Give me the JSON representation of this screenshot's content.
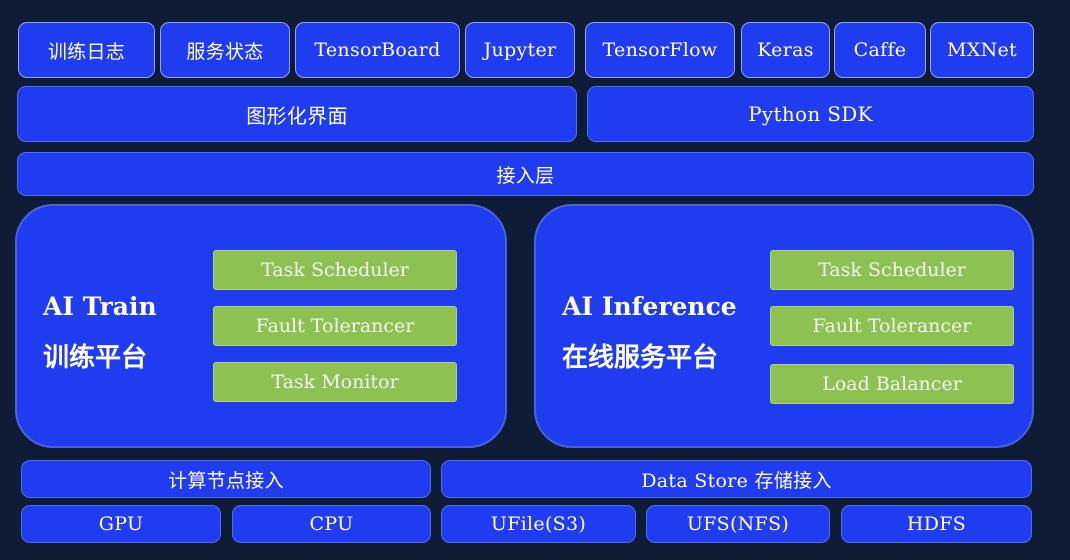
{
  "top_row": [
    "训练日志",
    "服务状态",
    "TensorBoard",
    "Jupyter",
    "TensorFlow",
    "Keras",
    "Caffe",
    "MXNet"
  ],
  "gui_label": "图形化界面",
  "sdk_label": "Python SDK",
  "access_layer": "接入层",
  "train_panel": {
    "title_en": "AI Train",
    "title_cn": "训练平台",
    "items": [
      "Task Scheduler",
      "Fault Tolerancer",
      "Task Monitor"
    ]
  },
  "inference_panel": {
    "title_en": "AI Inference",
    "title_cn": "在线服务平台",
    "items": [
      "Task Scheduler",
      "Fault Tolerancer",
      "Load Balancer"
    ]
  },
  "compute_access": "计算节点接入",
  "data_store_access": "Data Store 存储接入",
  "compute_nodes": [
    "GPU",
    "CPU"
  ],
  "storage_nodes": [
    "UFile(S3)",
    "UFS(NFS)",
    "HDFS"
  ],
  "colors": {
    "background": "#0e1c36",
    "box_blue": "#1f3cf0",
    "module_green": "#8dc252"
  }
}
